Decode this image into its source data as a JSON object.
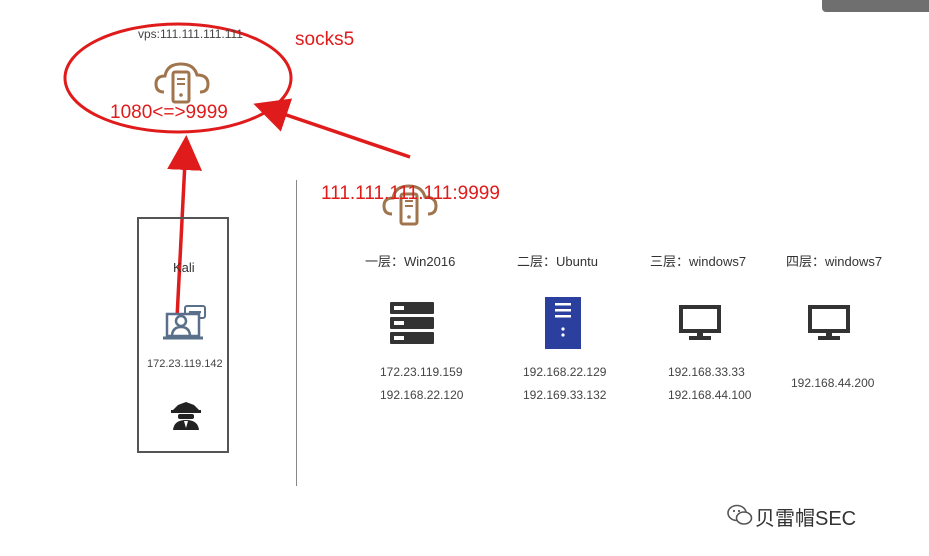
{
  "colors": {
    "annotation_red": "#e01b1b",
    "cloud_brown": "#a0744c",
    "server_dark": "#333333",
    "server_blue": "#2b3f9e"
  },
  "vps": {
    "title": "vps:111.111.111.111",
    "proxy_label": "socks5",
    "port_mapping": "1080<=>9999",
    "icon": "cloud-server-icon"
  },
  "remote_endpoint": {
    "label": "111.111.111.111:9999",
    "icon": "cloud-server-icon"
  },
  "attacker": {
    "name": "Kali",
    "ip": "172.23.119.142",
    "icons": [
      "hacker-workstation-icon",
      "spy-icon"
    ]
  },
  "hosts": [
    {
      "title": "一层：Win2016",
      "icon": "server-rack-icon",
      "ips": [
        "172.23.119.159",
        "192.168.22.120"
      ]
    },
    {
      "title": "二层：Ubuntu",
      "icon": "server-tower-icon",
      "ips": [
        "192.168.22.129",
        "192.169.33.132"
      ]
    },
    {
      "title": "三层：windows7",
      "icon": "monitor-icon",
      "ips": [
        "192.168.33.33",
        "192.168.44.100"
      ]
    },
    {
      "title": "四层：windows7",
      "icon": "monitor-icon",
      "ips": [
        "192.168.44.200"
      ]
    }
  ],
  "watermark": "贝雷帽SEC"
}
